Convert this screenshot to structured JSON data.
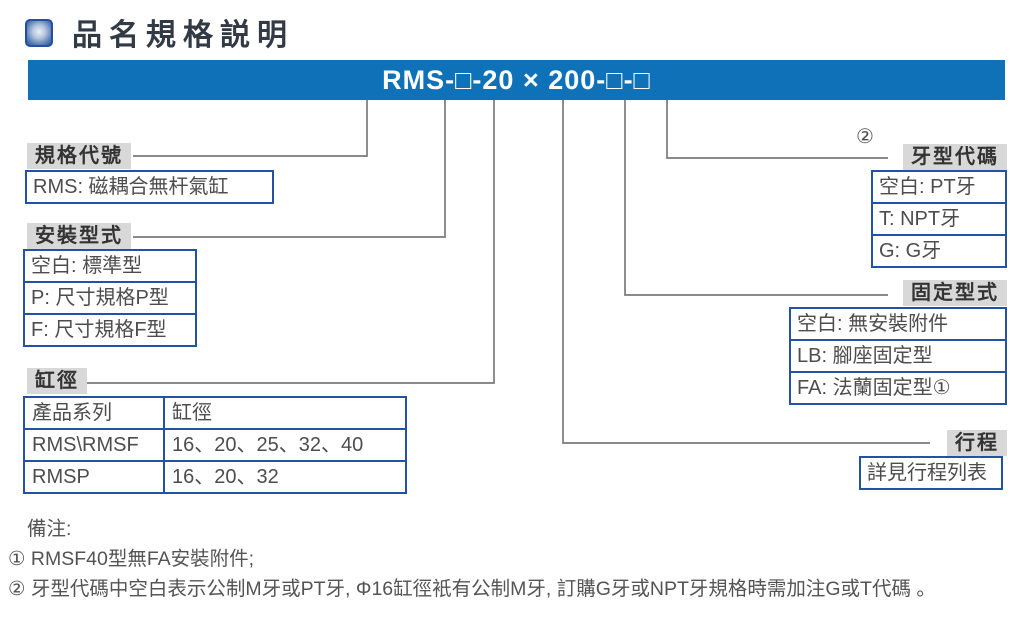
{
  "header": {
    "title": "品名規格説明"
  },
  "banner": {
    "model": "RMS-□-20 × 200-□-□"
  },
  "callouts": {
    "spec_code": {
      "label": "規格代號",
      "items": [
        "RMS: 磁耦合無杆氣缸"
      ]
    },
    "mounting": {
      "label": "安裝型式",
      "items": [
        "空白: 標準型",
        "P: 尺寸規格P型",
        "F: 尺寸規格F型"
      ]
    },
    "bore": {
      "label": "缸徑",
      "table": {
        "headers": [
          "產品系列",
          "缸徑"
        ],
        "rows": [
          [
            "RMS\\RMSF",
            "16、20、25、32、40"
          ],
          [
            "RMSP",
            "16、20、32"
          ]
        ]
      }
    },
    "thread": {
      "superscript": "②",
      "label": "牙型代碼",
      "items": [
        "空白: PT牙",
        "T: NPT牙",
        "G: G牙"
      ]
    },
    "fixing": {
      "label": "固定型式",
      "items": [
        "空白: 無安裝附件",
        "LB: 腳座固定型",
        "FA: 法蘭固定型①"
      ]
    },
    "stroke": {
      "label": "行程",
      "items": [
        "詳見行程列表"
      ]
    }
  },
  "notes": {
    "title": "備注:",
    "items": [
      "① RMSF40型無FA安裝附件;",
      "② 牙型代碼中空白表示公制M牙或PT牙, Φ16缸徑衹有公制M牙, 訂購G牙或NPT牙規格時需加注G或T代碼 。"
    ]
  },
  "colors": {
    "banner_blue": "#0f72b8",
    "box_border_blue": "#2152a3",
    "label_gray": "#d8d8d8"
  }
}
